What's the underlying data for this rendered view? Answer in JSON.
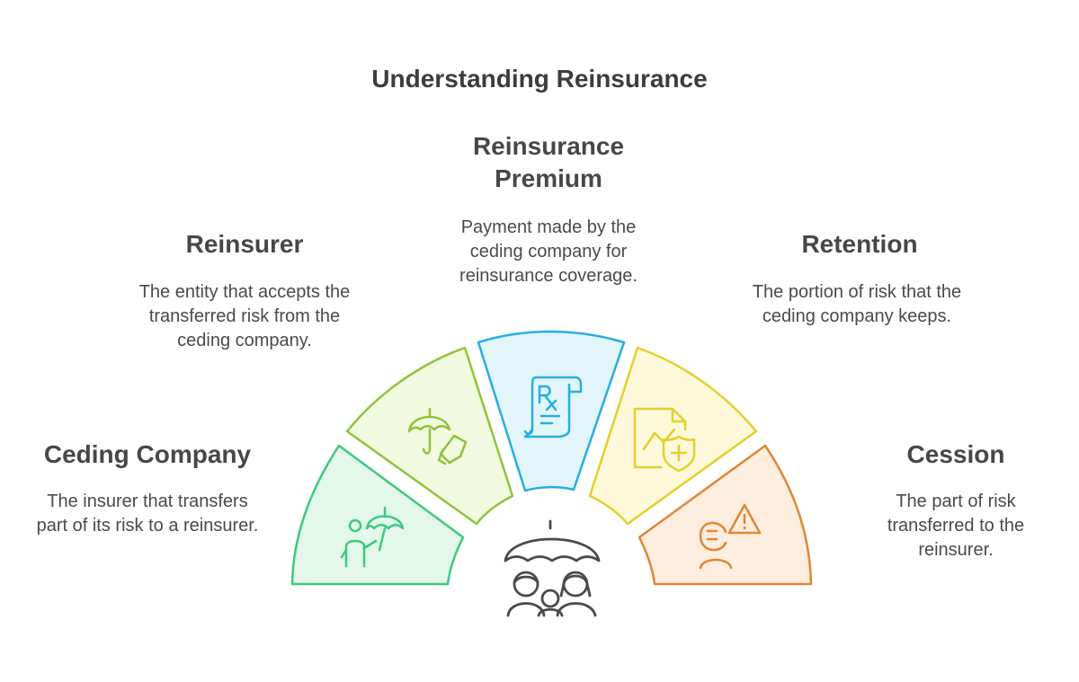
{
  "title": "Understanding Reinsurance",
  "segments": [
    {
      "label": "Ceding Company",
      "description": "The insurer that transfers part of its risk to a reinsurer.",
      "icon": "person-umbrella-icon",
      "fill": "#e3f8ea",
      "stroke": "#3ec97e"
    },
    {
      "label": "Reinsurer",
      "description": "The entity that accepts the transferred risk from the ceding company.",
      "icon": "umbrella-hand-icon",
      "fill": "#f2fae0",
      "stroke": "#92c23c"
    },
    {
      "label": "Reinsurance Premium",
      "description": "Payment made by the ceding company for reinsurance coverage.",
      "icon": "prescription-receipt-icon",
      "fill": "#e2f5fb",
      "stroke": "#27aee0"
    },
    {
      "label": "Retention",
      "description": "The portion of risk that the ceding company keeps.",
      "icon": "document-shield-icon",
      "fill": "#fdf9da",
      "stroke": "#e6cf2a"
    },
    {
      "label": "Cession",
      "description": "The part of risk transferred to the reinsurer.",
      "icon": "person-warning-icon",
      "fill": "#fdeedf",
      "stroke": "#e18634"
    }
  ],
  "center_icon": "family-umbrella-icon",
  "colors": {
    "icon_dark": "#4a4a4a"
  }
}
